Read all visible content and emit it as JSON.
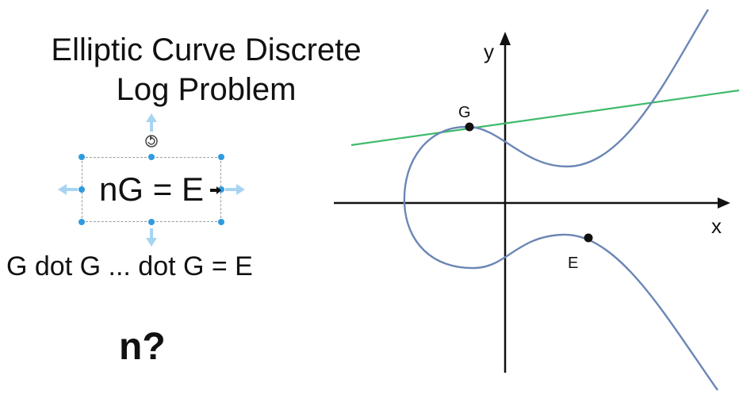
{
  "title": {
    "line1": "Elliptic Curve Discrete",
    "line2": "Log Problem"
  },
  "equation": "nG = E",
  "expansion": "G dot G ... dot G = E",
  "question": "n?",
  "plot": {
    "axis_x_label": "x",
    "axis_y_label": "y",
    "point_g_label": "G",
    "point_e_label": "E"
  },
  "colors": {
    "curve": "#6b86b5",
    "tangent": "#3fba6c",
    "axes": "#111111",
    "selection_handle": "#2f9be0",
    "drag_arrow": "#a8d4f2"
  },
  "icons": {
    "rotate": "rotate-icon",
    "cursor": "resize-cursor-icon",
    "arrows": [
      "arrow-up-icon",
      "arrow-down-icon",
      "arrow-left-icon",
      "arrow-right-icon"
    ]
  }
}
